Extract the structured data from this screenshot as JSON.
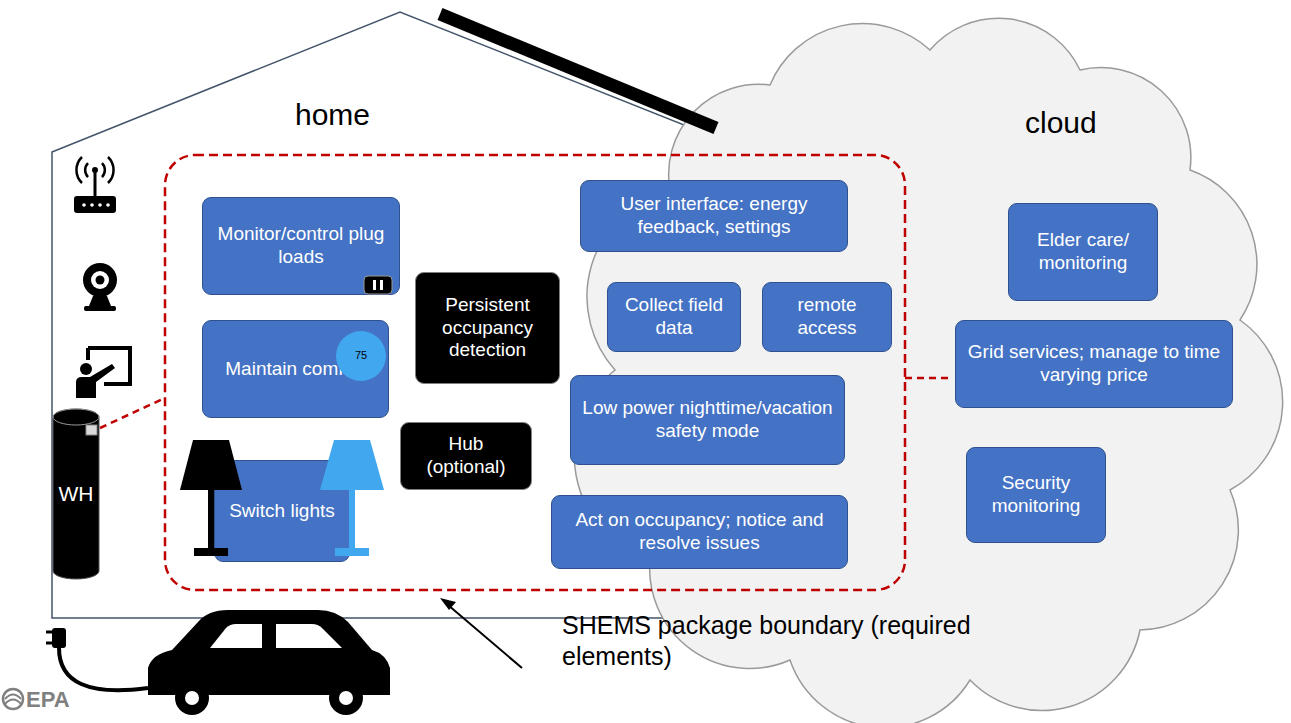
{
  "diagram": {
    "nodes": [
      {
        "text": [
          "home"
        ]
      },
      {
        "text": [
          "Monitor/control plug loads"
        ],
        "in": 0
      },
      {
        "text": [
          "Maintain comfort"
        ],
        "in": 0
      },
      {
        "text": [
          "75"
        ],
        "in": 2
      },
      {
        "text": [
          "Persistent occupancy detection"
        ],
        "in": 0
      },
      {
        "text": [
          "Hub (optional)"
        ],
        "in": 0
      },
      {
        "text": [
          "Switch lights"
        ],
        "in": 0
      },
      {
        "text": [
          "WH"
        ],
        "in": 0
      },
      {
        "text": [
          "User interface: energy feedback, settings"
        ]
      },
      {
        "text": [
          "Collect field data"
        ]
      },
      {
        "text": [
          "remote access"
        ]
      },
      {
        "text": [
          "Low power nighttime/vacation safety mode"
        ]
      },
      {
        "text": [
          "Act on occupancy; notice and resolve issues"
        ]
      },
      {
        "text": [
          "cloud"
        ]
      },
      {
        "text": [
          "Elder care/ monitoring"
        ],
        "in": 13
      },
      {
        "text": [
          "Grid services; manage to time varying price"
        ],
        "in": 13
      },
      {
        "text": [
          "Security monitoring"
        ],
        "in": 13
      }
    ],
    "labels": [
      "SHEMS package boundary (required elements)",
      "EPA"
    ]
  }
}
